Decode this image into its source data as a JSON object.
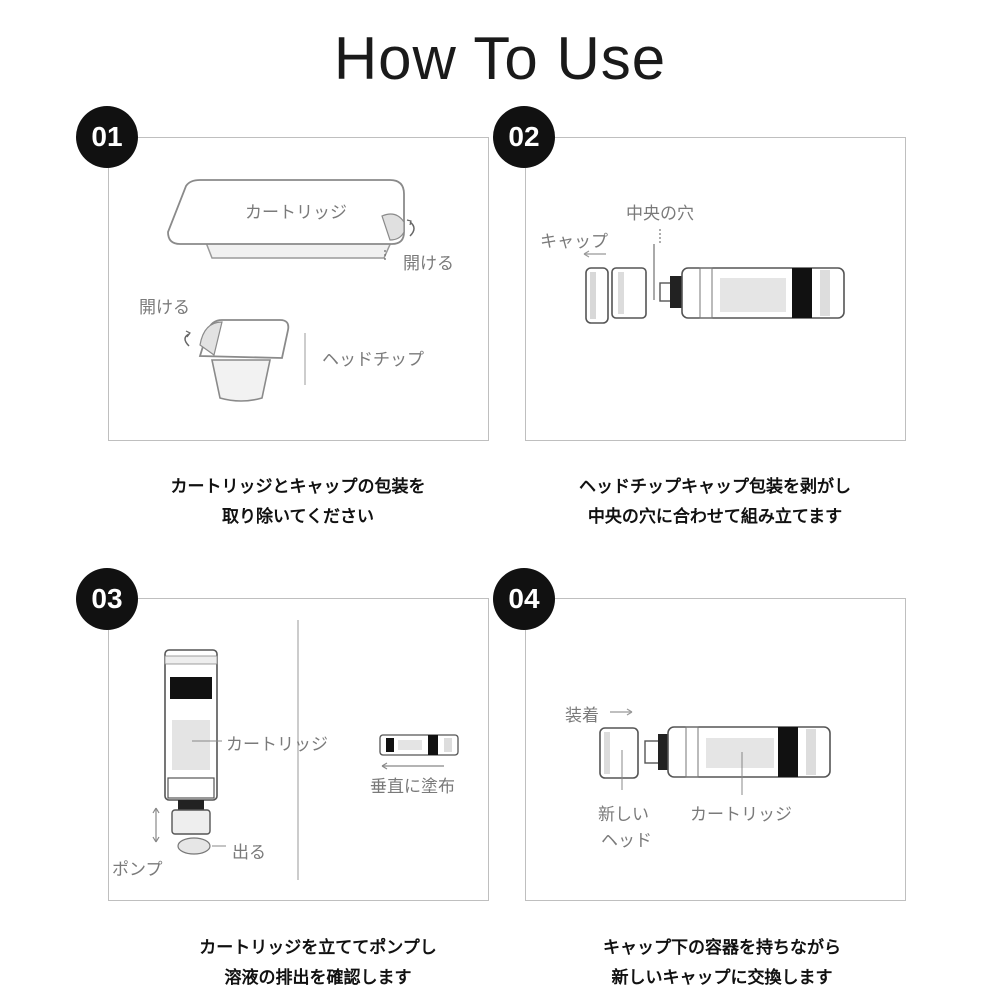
{
  "title": "How To Use",
  "steps": [
    {
      "number": "01",
      "caption_line1": "カートリッジとキャップの包装を",
      "caption_line2": "取り除いてください",
      "labels": {
        "cartridge": "カートリッジ",
        "open1": "開ける",
        "open2": "開ける",
        "head_tip": "ヘッドチップ"
      }
    },
    {
      "number": "02",
      "caption_line1": "ヘッドチップキャップ包装を剥がし",
      "caption_line2": "中央の穴に合わせて組み立てます",
      "labels": {
        "center_hole": "中央の穴",
        "cap": "キャップ"
      }
    },
    {
      "number": "03",
      "caption_line1": "カートリッジを立ててポンプし",
      "caption_line2": "溶液の排出を確認します",
      "labels": {
        "cartridge": "カートリッジ",
        "vertical": "垂直に塗布",
        "out": "出る",
        "pump": "ポンプ"
      }
    },
    {
      "number": "04",
      "caption_line1": "キャップ下の容器を持ちながら",
      "caption_line2": "新しいキャップに交換します",
      "labels": {
        "attach": "装着",
        "new_line1": "新しい",
        "new_line2": "ヘッド",
        "cartridge": "カートリッジ"
      }
    }
  ]
}
